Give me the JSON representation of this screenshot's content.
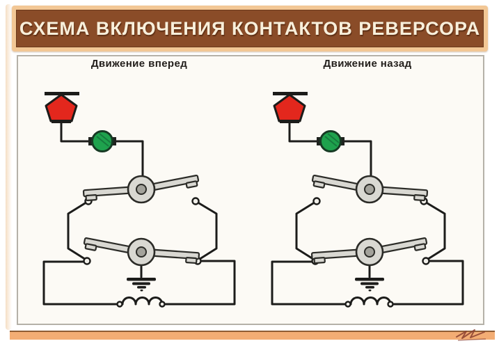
{
  "title": "СХЕМА ВКЛЮЧЕНИЯ КОНТАКТОВ РЕВЕРСОРА",
  "diagrams": [
    {
      "id": "forward",
      "caption": "Движение вперед",
      "top_rocker_closed": "left",
      "bottom_rocker_closed": "right"
    },
    {
      "id": "backward",
      "caption": "Движение назад",
      "top_rocker_closed": "right",
      "bottom_rocker_closed": "left"
    }
  ],
  "icons": {
    "pantograph-icon": "red pentagon current collector with contact bars",
    "device-icon": "green circular apparatus with terminal nubs",
    "rocker-switch-icon": "grey pivoted lever with contact feet",
    "contact-point-icon": "small open circle terminal",
    "ground-icon": "stacked-bar earth ground",
    "inductor-coil-icon": "three-hump coil with round terminals"
  },
  "colors": {
    "page-bg": "#ffffff",
    "banner-bg": "#8a4c28",
    "banner-border": "#f2c795",
    "banner-text": "#f8efdb",
    "panel-bg": "#fcfaf5",
    "panel-border": "#b5b1a8",
    "caption-color": "#221e1b",
    "wire": "#1c1c1a",
    "outline": "#2b2b27",
    "metal": "#d9d8d2",
    "metal-inner": "#a3a29b",
    "contact-fill": "#f2f0ea",
    "penta-red": "#e3271d",
    "device-green": "#1ea24d",
    "device-green-dark": "#14713a",
    "band-orange": "#f3ad74",
    "band-edge": "#8f5c33",
    "mark-color": "#8a4030"
  }
}
